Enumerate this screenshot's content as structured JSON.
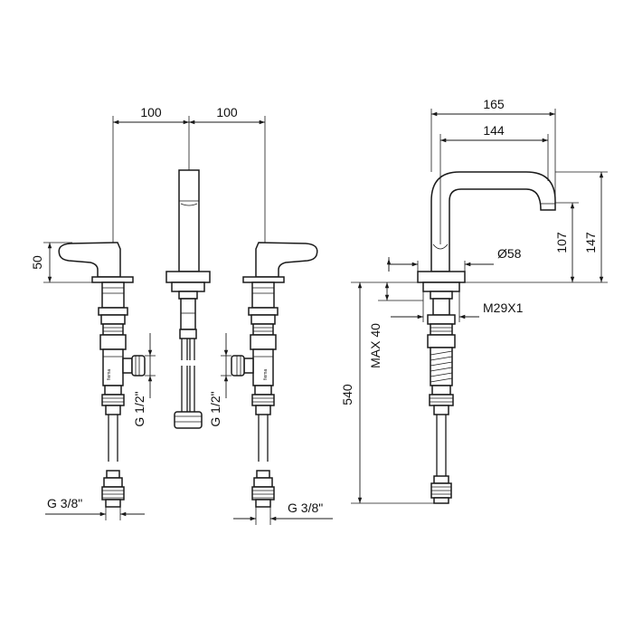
{
  "dimensions": {
    "spacing_left": "100",
    "spacing_right": "100",
    "handle_height": "50",
    "thread_inlet_left": "G 1/2\"",
    "thread_inlet_right": "G 1/2\"",
    "thread_hose_left": "G 3/8\"",
    "thread_hose_right": "G 3/8\"",
    "reach_total": "165",
    "reach_inner": "144",
    "spout_outlet_height": "107",
    "spout_total_height": "147",
    "base_diameter": "Ø58",
    "mount_thread": "M29X1",
    "max_deck_thickness": "MAX 40",
    "hose_length": "540"
  }
}
